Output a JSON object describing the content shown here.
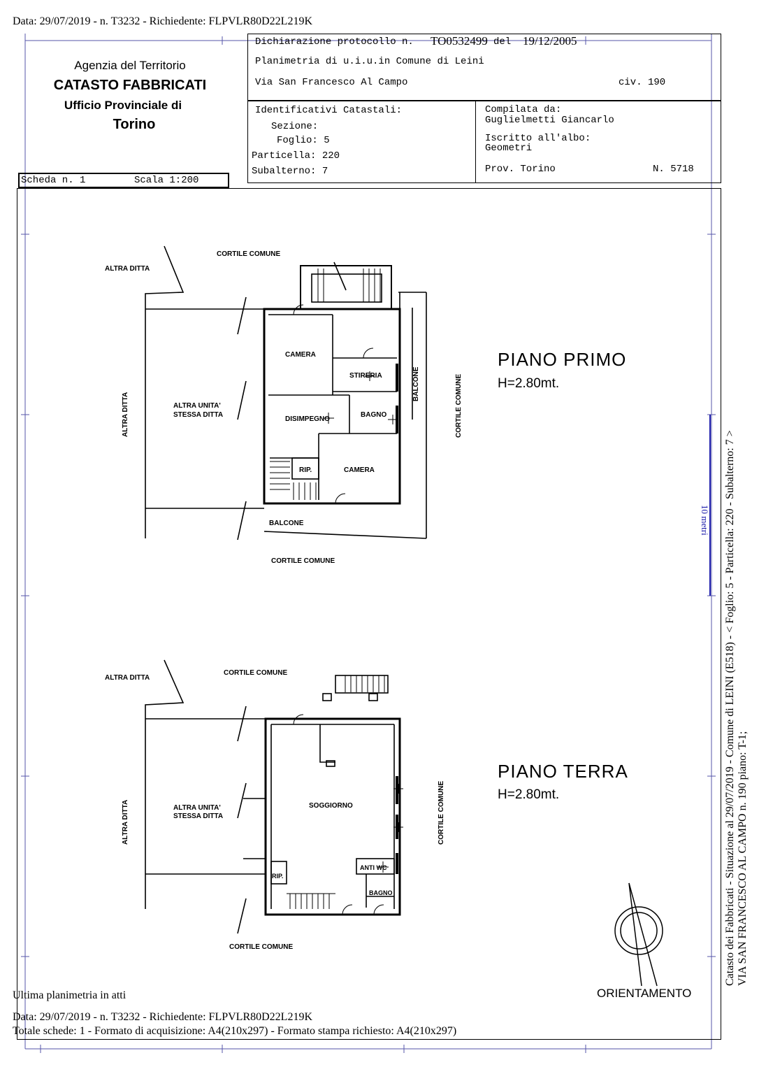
{
  "header_line": "Data: 29/07/2019 - n. T3232 - Richiedente: FLPVLR80D22L219K",
  "agency": {
    "line1": "Agenzia del Territorio",
    "line2": "CATASTO FABBRICATI",
    "line3": "Ufficio Provinciale di",
    "line4": "Torino"
  },
  "scheda": {
    "label": "Scheda n. 1",
    "scale": "Scala 1:200"
  },
  "declaration": {
    "prefix": "Dichiarazione protocollo n.",
    "protocol": "TO0532499",
    "del_label": "del",
    "date": "19/12/2005",
    "planimetria": "Planimetria di u.i.u.in Comune di Leini",
    "address": "Via San Francesco Al Campo",
    "civ": "civ. 190"
  },
  "identificativi": {
    "title": "Identificativi Catastali:",
    "sezione": "Sezione:",
    "foglio": "Foglio: 5",
    "particella": "Particella: 220",
    "subalterno": "Subalterno: 7"
  },
  "compilata": {
    "label": "Compilata da:",
    "name": "Guglielmetti Giancarlo",
    "iscritto": "Iscritto all'albo:",
    "albo": "Geometri",
    "prov": "Prov. Torino",
    "num": "N.  5718"
  },
  "plan_first": {
    "title": "PIANO PRIMO",
    "height": "H=2.80mt.",
    "labels": {
      "cortile_top": "CORTILE COMUNE",
      "altra_ditta": "ALTRA DITTA",
      "altra_ditta_v": "ALTRA DITTA",
      "altra_unita_1": "ALTRA UNITA'",
      "altra_unita_2": "STESSA DITTA",
      "camera1": "CAMERA",
      "stireria": "STIRERIA",
      "balcone_v": "BALCONE",
      "cortile_v": "CORTILE COMUNE",
      "disimpegno": "DISIMPEGNO",
      "bagno": "BAGNO",
      "rip": "RIP.",
      "camera2": "CAMERA",
      "balcone": "BALCONE",
      "cortile_bottom": "CORTILE COMUNE"
    }
  },
  "plan_ground": {
    "title": "PIANO TERRA",
    "height": "H=2.80mt.",
    "labels": {
      "altra_ditta": "ALTRA DITTA",
      "cortile_top": "CORTILE COMUNE",
      "altra_ditta_v": "ALTRA DITTA",
      "altra_unita_1": "ALTRA UNITA'",
      "altra_unita_2": "STESSA DITTA",
      "soggiorno": "SOGGIORNO",
      "cortile_v": "CORTILE COMUNE",
      "anti_wc": "ANTI WC",
      "rip": "RIP.",
      "bagno": "BAGNO",
      "cortile_bottom": "CORTILE COMUNE"
    }
  },
  "scale_bar": "10 metri",
  "orientamento": "ORIENTAMENTO",
  "side_text_1": "Catasto dei Fabbricati - Situazione al 29/07/2019 - Comune di LEINI (E518) - <  Foglio: 5 - Particella: 220 - Subalterno: 7 >",
  "side_text_2": "VIA SAN FRANCESCO AL CAMPO n. 190 piano: T-1;",
  "footer": {
    "ultima": "Ultima planimetria in atti",
    "line1": "Data: 29/07/2019 - n. T3232 - Richiedente: FLPVLR80D22L219K",
    "line2": "Totale schede: 1 - Formato di acquisizione: A4(210x297)  - Formato stampa richiesto: A4(210x297)"
  },
  "colors": {
    "frame": "#5555aa",
    "ink": "#000000",
    "scale_bar": "#1a1aaa"
  }
}
